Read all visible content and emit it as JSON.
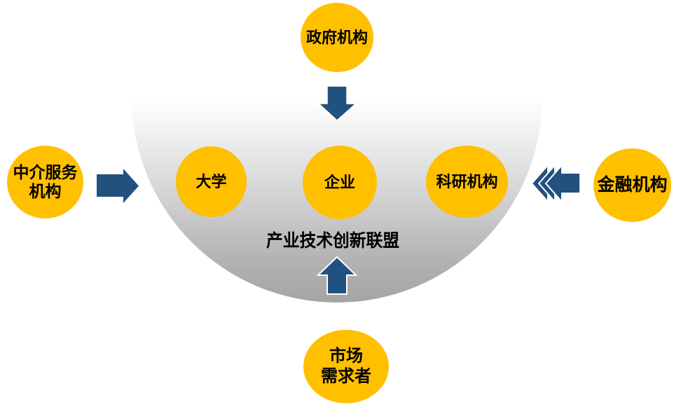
{
  "title": "产业技术创新联盟",
  "colors": {
    "gold": "#FFC000",
    "navy": "#21517F",
    "bowl_top": "#FFFFFF",
    "bowl_bottom": "#A4A4A4",
    "label_text": "#000000"
  },
  "nodes": {
    "government": {
      "label": "政府机构"
    },
    "intermediary": {
      "label": "中介服务机构",
      "line1": "中介服务",
      "line2": "机构"
    },
    "finance": {
      "label": "金融机构"
    },
    "market": {
      "label": "市场需求者",
      "line1": "市场",
      "line2": "需求者"
    },
    "university": {
      "label": "大学"
    },
    "enterprise": {
      "label": "企业"
    },
    "research": {
      "label": "科研机构"
    }
  },
  "icons": {
    "government_arrow": "arrow-down",
    "intermediary_arrow": "arrow-right",
    "finance_arrow": "arrow-left-triple-chevron",
    "market_arrow": "arrow-up"
  }
}
